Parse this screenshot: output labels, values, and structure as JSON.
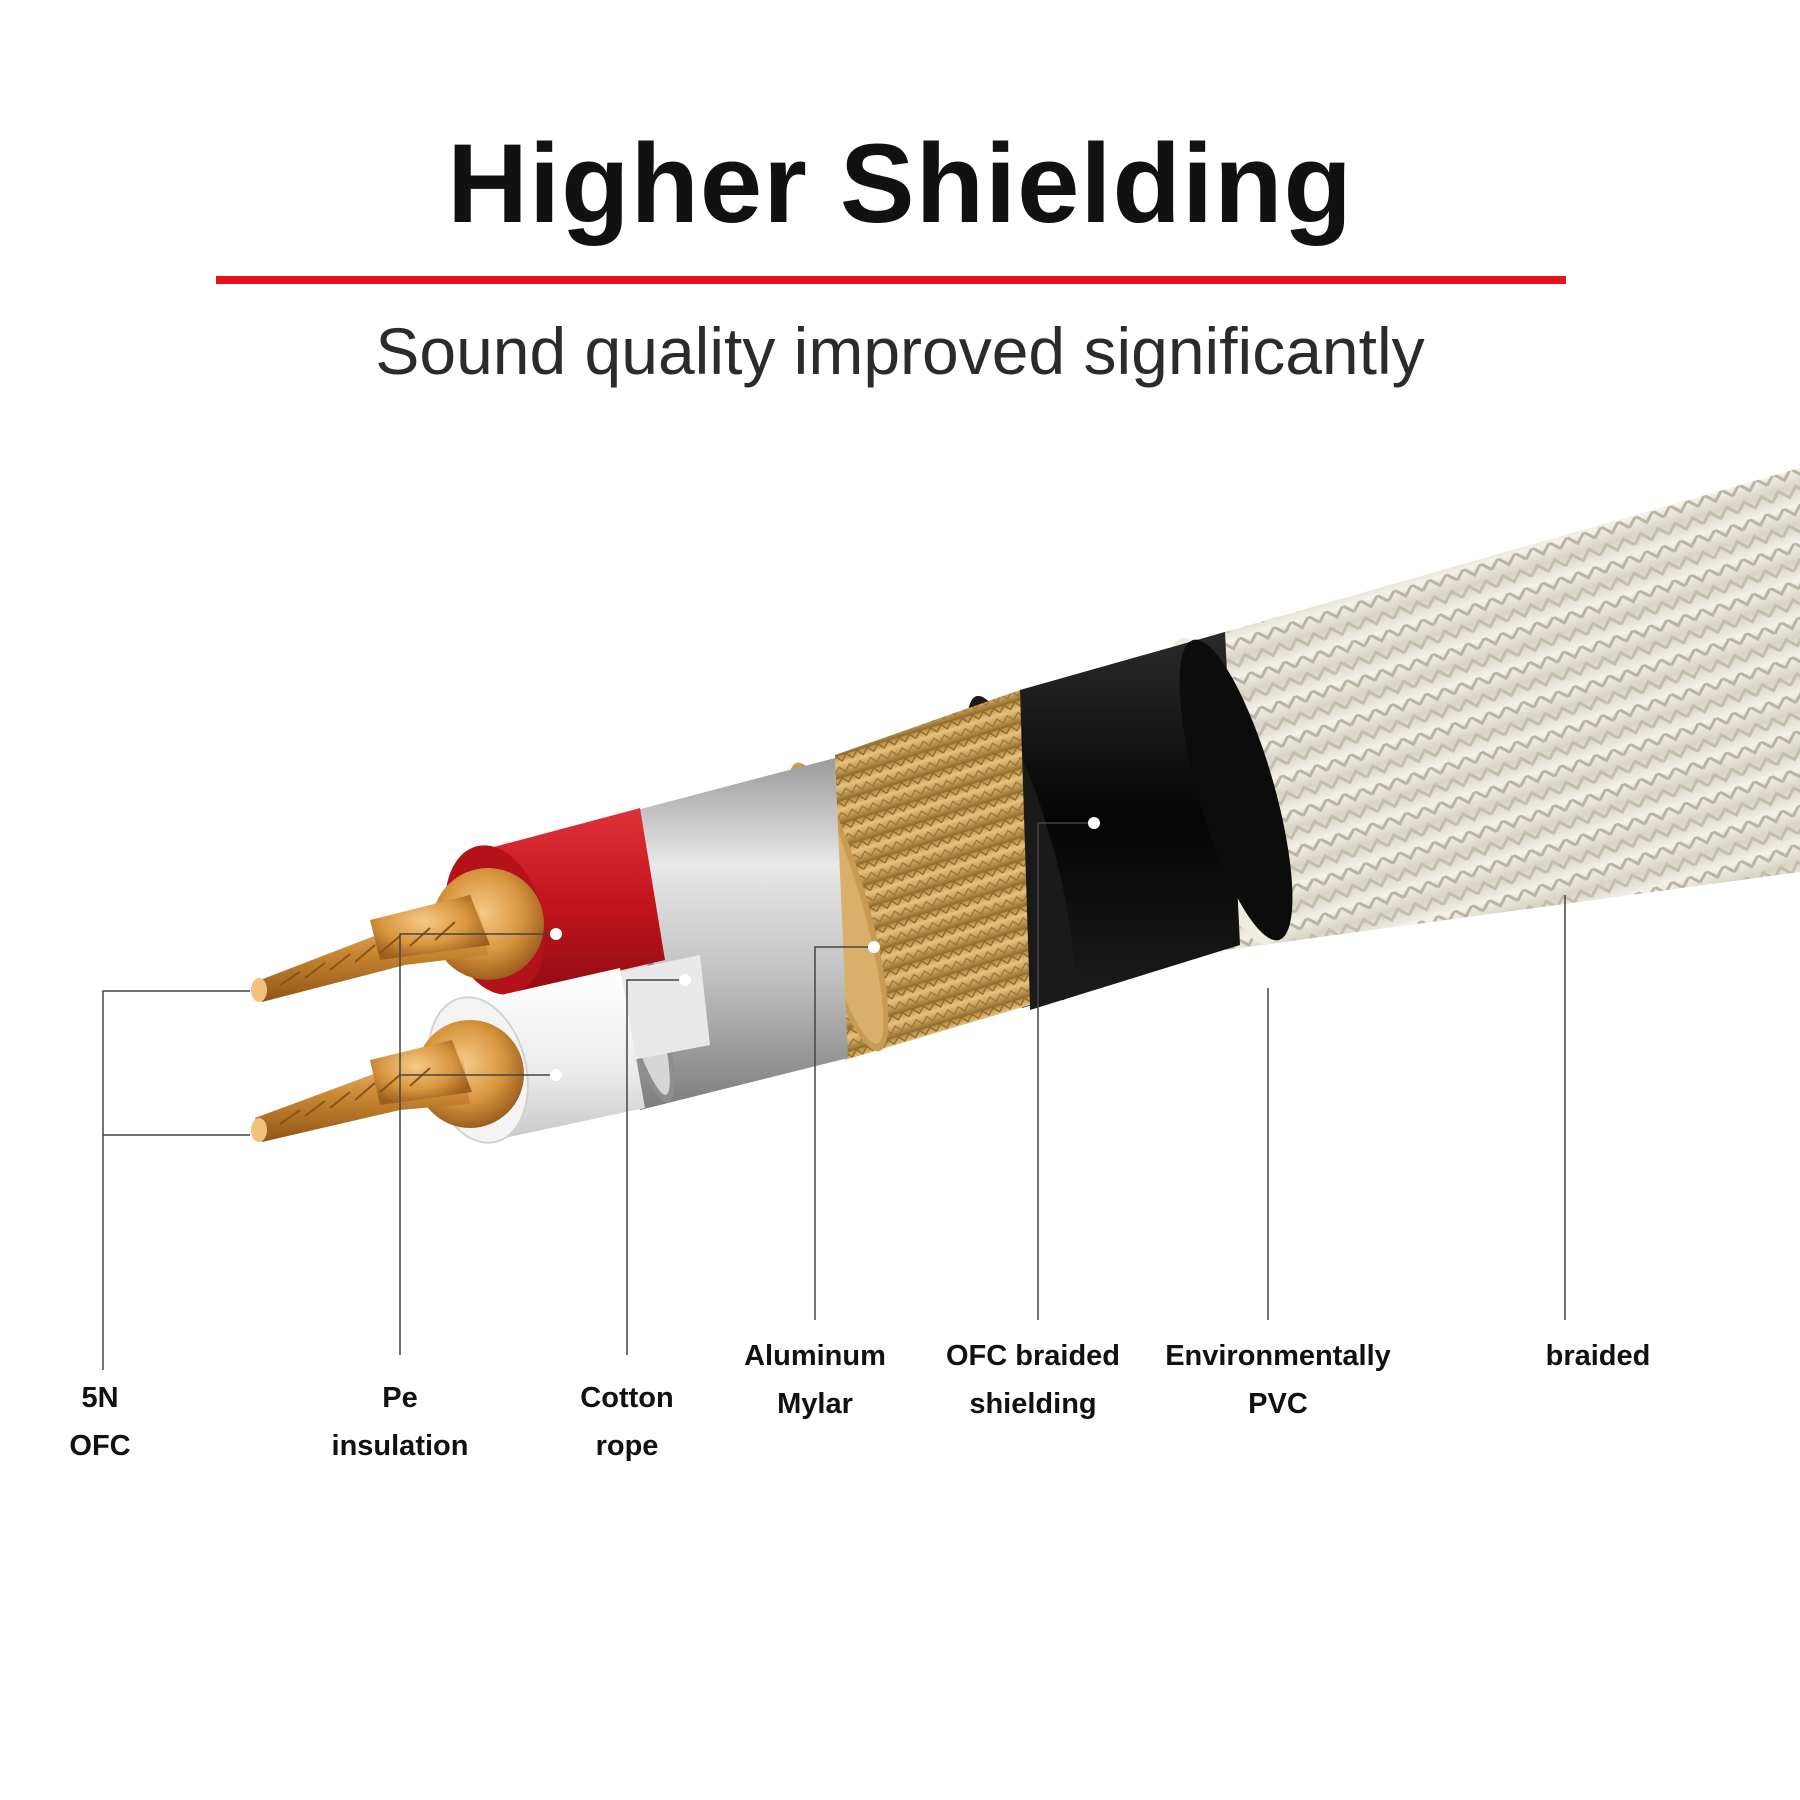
{
  "header": {
    "title": "Higher Shielding",
    "subtitle": "Sound quality improved significantly"
  },
  "colors": {
    "accent_rule": "#e8101a",
    "red_insulation": "#c4141e",
    "white_insulation": "#f2f2f2",
    "copper": "#d99a45",
    "aluminum": "#b9b9b9",
    "braid_gold": "#c9a25a",
    "pvc_black": "#121212",
    "outer_braid": "#dedbcf",
    "leader_line": "#444444"
  },
  "callouts": [
    {
      "id": "5n-ofc",
      "line1": "5N",
      "line2": "OFC"
    },
    {
      "id": "pe-insulation",
      "line1": "Pe",
      "line2": "insulation"
    },
    {
      "id": "cotton-rope",
      "line1": "Cotton",
      "line2": "rope"
    },
    {
      "id": "aluminum-mylar",
      "line1": "Aluminum",
      "line2": "Mylar"
    },
    {
      "id": "ofc-braided-shielding",
      "line1": "OFC braided",
      "line2": "shielding"
    },
    {
      "id": "environmentally-pvc",
      "line1": "Environmentally",
      "line2": "PVC"
    },
    {
      "id": "braided",
      "line1": "braided",
      "line2": ""
    }
  ]
}
